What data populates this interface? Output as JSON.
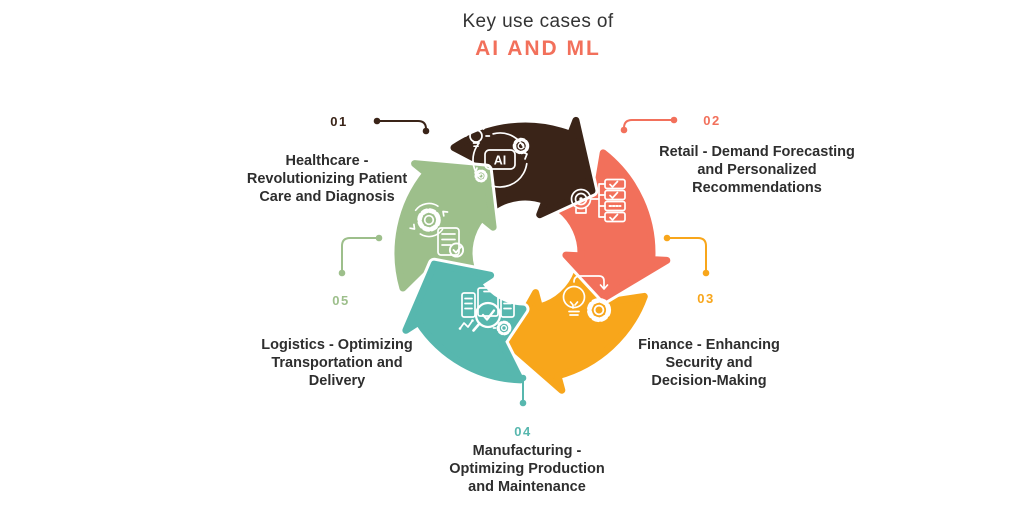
{
  "title": {
    "line1": "Key use cases of",
    "line2": "AI AND ML"
  },
  "colors": {
    "background": "#FFFFFF",
    "title_text": "#333333",
    "title_accent": "#F2705B",
    "label_text": "#2E2E2E"
  },
  "segments": [
    {
      "number": "01",
      "label": "Healthcare - Revolutionizing Patient Care and Diagnosis",
      "lines": [
        "Healthcare -",
        "Revolutionizing Patient",
        "Care and Diagnosis"
      ],
      "color": "#3A2418",
      "icon": "ai-chip-bulb-gears-icon",
      "icon_text": "AI"
    },
    {
      "number": "02",
      "label": "Retail - Demand Forecasting and Personalized Recommendations",
      "lines": [
        "Retail - Demand Forecasting",
        "and Personalized",
        "Recommendations"
      ],
      "color": "#F2705B",
      "icon": "checklist-flow-icon"
    },
    {
      "number": "03",
      "label": "Finance - Enhancing Security and Decision-Making",
      "lines": [
        "Finance - Enhancing",
        "Security and",
        "Decision-Making"
      ],
      "color": "#F8A61B",
      "icon": "lightbulb-gear-arrow-icon"
    },
    {
      "number": "04",
      "label": "Manufacturing - Optimizing Production and Maintenance",
      "lines": [
        "Manufacturing -",
        "Optimizing Production",
        "and Maintenance"
      ],
      "color": "#57B7AE",
      "icon": "monitor-search-analytics-icon"
    },
    {
      "number": "05",
      "label": "Logistics - Optimizing Transportation and Delivery",
      "lines": [
        "Logistics - Optimizing",
        "Transportation and",
        "Delivery"
      ],
      "color": "#9DBF8B",
      "icon": "gear-document-check-icon"
    }
  ]
}
